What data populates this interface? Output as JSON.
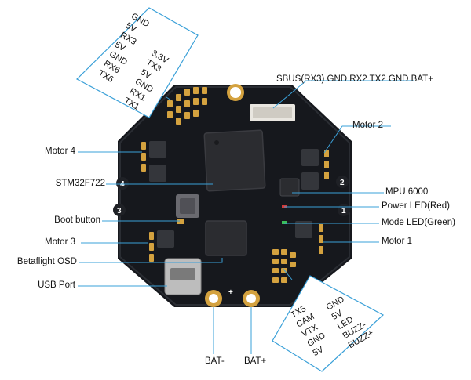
{
  "colors": {
    "board": "#16181d",
    "pad": "#d4a23f",
    "leader": "#3aa0d8",
    "chip": "#2b2c30"
  },
  "top_left_box": {
    "left_col": [
      "GND",
      "5V",
      "RX3",
      "5V",
      "GND",
      "RX6",
      "TX6"
    ],
    "right_col": [
      "3.3V",
      "TX3",
      "5V",
      "GND",
      "RX1",
      "TX1"
    ]
  },
  "bottom_right_box": {
    "left_col": [
      "TX5",
      "CAM",
      "VTX",
      "GND",
      "5V"
    ],
    "right_col": [
      "GND",
      "5V",
      "LED",
      "BUZZ-",
      "BUZZ+"
    ]
  },
  "labels": {
    "sbus_row": "SBUS(RX3)  GND  RX2  TX2  GND  BAT+",
    "motor2": "Motor 2",
    "motor4": "Motor 4",
    "stm": "STM32F722",
    "mpu": "MPU 6000",
    "power_led": "Power LED(Red)",
    "mode_led": "Mode LED(Green)",
    "boot": "Boot button",
    "motor3": "Motor 3",
    "motor1": "Motor 1",
    "osd": "Betaflight OSD",
    "usb": "USB Port",
    "bat_neg": "BAT-",
    "bat_pos": "BAT+"
  },
  "board_marks": {
    "m1": "1",
    "m2": "2",
    "m3": "3",
    "m4": "4",
    "plus": "+"
  }
}
